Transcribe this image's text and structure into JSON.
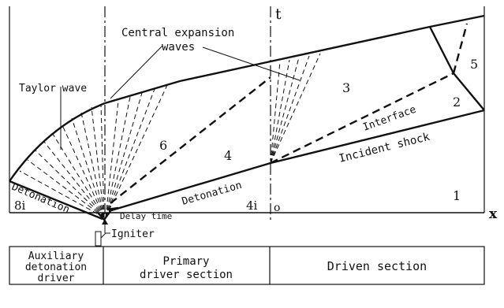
{
  "diagram": {
    "t_axis": "t",
    "x_axis": "x",
    "labels": {
      "central_expansion": "Central expansion",
      "central_expansion_2": "waves",
      "taylor_wave": "Taylor wave",
      "interface": "Interface",
      "incident_shock": "Incident shock",
      "detonation_left": "Detonation",
      "detonation_mid": "Detonation",
      "delay_time": "Delay time",
      "igniter": "Igniter"
    },
    "regions": {
      "r1": "1",
      "r2": "2",
      "r3": "3",
      "r4": "4",
      "r5": "5",
      "r6": "6",
      "r8i": "8i",
      "r4i": "4i",
      "ro": "o"
    },
    "sections": {
      "aux_line1": "Auxiliary",
      "aux_line2": "detonation",
      "aux_line3": "driver",
      "primary_line1": "Primary",
      "primary_line2": "driver section",
      "driven": "Driven section"
    }
  }
}
